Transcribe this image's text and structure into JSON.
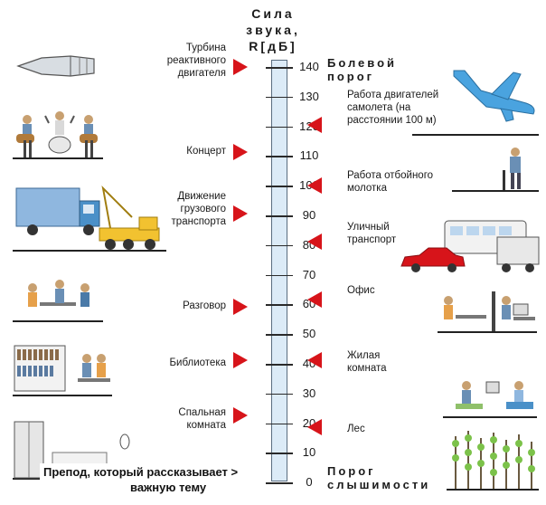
{
  "title": {
    "line1": "Сила",
    "line2": "звука,",
    "line3": "R[дБ]"
  },
  "scale": {
    "ticks": [
      "140",
      "130",
      "120",
      "110",
      "100",
      "90",
      "80",
      "70",
      "60",
      "50",
      "40",
      "30",
      "20",
      "10",
      "0"
    ]
  },
  "thresholds": {
    "pain_1": "Болевой",
    "pain_2": "порог",
    "hearing_1": "Порог",
    "hearing_2": "слышимости"
  },
  "left_labels": {
    "turbine": [
      "Турбина",
      "реактивного",
      "двигателя"
    ],
    "concert": [
      "Концерт"
    ],
    "traffic": [
      "Движение",
      "грузового",
      "транспорта"
    ],
    "talk": [
      "Разговор"
    ],
    "library": [
      "Библиотека"
    ],
    "bedroom": [
      "Спальная",
      "комната"
    ]
  },
  "right_labels": {
    "plane": [
      "Работа двигателей",
      "самолета (на",
      "расстоянии 100 м)"
    ],
    "hammer": [
      "Работа отбойного",
      "молотка"
    ],
    "street": [
      "Уличный",
      "транспорт"
    ],
    "office": [
      "Офис"
    ],
    "living": [
      "Жилая",
      "комната"
    ],
    "forest": [
      "Лес"
    ]
  },
  "caption": {
    "line1": "Препод, который рассказывает >",
    "line2": "важную тему"
  },
  "colors": {
    "marker": "#d7141a",
    "scale_fill": "#dcebf7",
    "plane": "#4aa3df",
    "truck_yellow": "#f2c230",
    "truck_blue": "#4a90c8",
    "car_red": "#d7141a"
  }
}
